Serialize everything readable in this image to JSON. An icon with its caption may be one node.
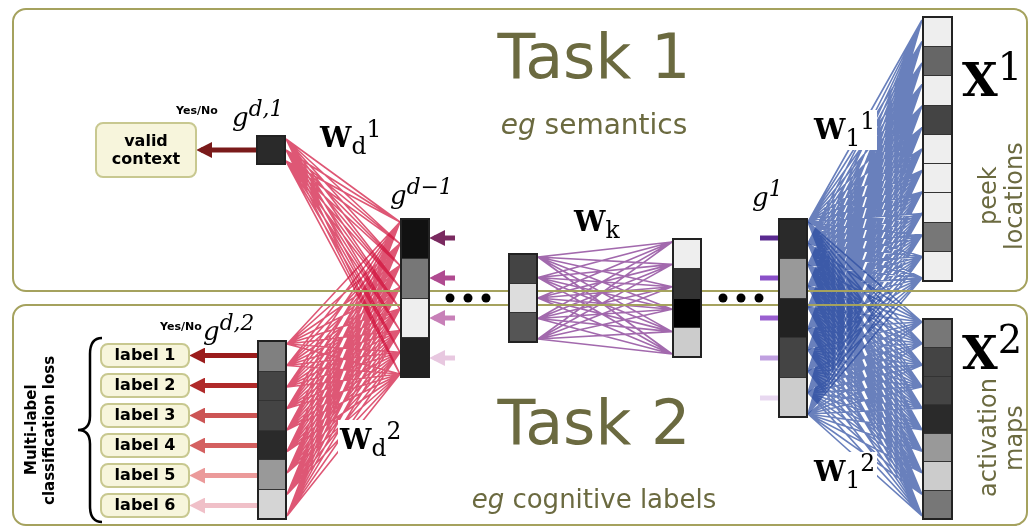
{
  "diagram": {
    "nodes": [
      {
        "text": [
          "Task 1",
          "*eg* semantics"
        ]
      },
      {
        "text": [
          "Task 2",
          "*eg* cognitive labels"
        ]
      },
      {
        "text": [
          "valid context"
        ],
        "in": 0
      },
      {
        "text": [],
        "shape": "bar",
        "in": 0,
        "beside": [
          "g$^{d,1}$"
        ]
      },
      {
        "text": [
          "label 1"
        ],
        "in": 1
      },
      {
        "text": [
          "label 2"
        ],
        "in": 1
      },
      {
        "text": [
          "label 3"
        ],
        "in": 1
      },
      {
        "text": [
          "label 4"
        ],
        "in": 1
      },
      {
        "text": [
          "label 5"
        ],
        "in": 1
      },
      {
        "text": [
          "label 6"
        ],
        "in": 1
      },
      {
        "text": [],
        "shape": "bar",
        "in": 1,
        "beside": [
          "g$^{d,2}$"
        ]
      },
      {
        "text": [],
        "shape": "bar",
        "beside": [
          "g$^{d−1}$"
        ]
      },
      {
        "text": [],
        "shape": "bar"
      },
      {
        "text": [],
        "shape": "bar"
      },
      {
        "text": [],
        "shape": "bar",
        "beside": [
          "g$^{1}$"
        ]
      },
      {
        "text": [],
        "shape": "bar",
        "in": 0,
        "beside": [
          "**X**$^{1}$",
          "peek locations"
        ]
      },
      {
        "text": [],
        "shape": "bar",
        "in": 1,
        "beside": [
          "**X**$^{2}$",
          "activation maps"
        ]
      }
    ],
    "edges": [
      {
        "from": 3,
        "to": 2,
        "arrow": "to",
        "color": "#7a1a1a"
      },
      {
        "from": 11,
        "to": 3,
        "arrow": "none",
        "label": "**W**$_{d}$$^{1}$",
        "color": "#d0103a"
      },
      {
        "from": 11,
        "to": 10,
        "arrow": "none",
        "label": "**W**$_{d}$$^{2}$",
        "color": "#d0103a"
      },
      {
        "from": 10,
        "to": 4,
        "arrow": "to",
        "color": "#9b1c1c"
      },
      {
        "from": 10,
        "to": 5,
        "arrow": "to",
        "color": "#b02a2a"
      },
      {
        "from": 10,
        "to": 6,
        "arrow": "to",
        "color": "#cc5555"
      },
      {
        "from": 10,
        "to": 7,
        "arrow": "to",
        "color": "#d46060"
      },
      {
        "from": 10,
        "to": 8,
        "arrow": "to",
        "color": "#eb9a9a"
      },
      {
        "from": 10,
        "to": 9,
        "arrow": "to",
        "color": "#f0c0c8"
      },
      {
        "from": 12,
        "to": 13,
        "arrow": "none",
        "label": "**W**$_{k}$",
        "color": "#7b2a8a"
      },
      {
        "from": 14,
        "to": 15,
        "arrow": "none",
        "label": "**W**$_{1}$$^{1}$",
        "color": "#2a4aa0"
      },
      {
        "from": 14,
        "to": 16,
        "arrow": "none",
        "label": "**W**$_{1}$$^{2}$",
        "color": "#2a4aa0"
      },
      {
        "from": null,
        "to": 11,
        "arrow": "to",
        "color": "#7a2a60"
      },
      {
        "from": null,
        "to": 11,
        "arrow": "to",
        "color": "#b04a90"
      },
      {
        "from": null,
        "to": 11,
        "arrow": "to",
        "color": "#c880b8"
      },
      {
        "from": null,
        "to": 11,
        "arrow": "to",
        "color": "#e8c8e0"
      },
      {
        "from": null,
        "to": 14,
        "arrow": "none",
        "color": "#5a2a90"
      },
      {
        "from": null,
        "to": 14,
        "arrow": "none",
        "color": "#8a50c8"
      },
      {
        "from": null,
        "to": 14,
        "arrow": "none",
        "color": "#9a60d0"
      },
      {
        "from": null,
        "to": 14,
        "arrow": "none",
        "color": "#c0a0e0"
      },
      {
        "from": null,
        "to": 14,
        "arrow": "none",
        "color": "#e8d8f0"
      }
    ],
    "labels": [
      "Yes/No",
      "Yes/No",
      "Multi-label classification loss"
    ]
  }
}
